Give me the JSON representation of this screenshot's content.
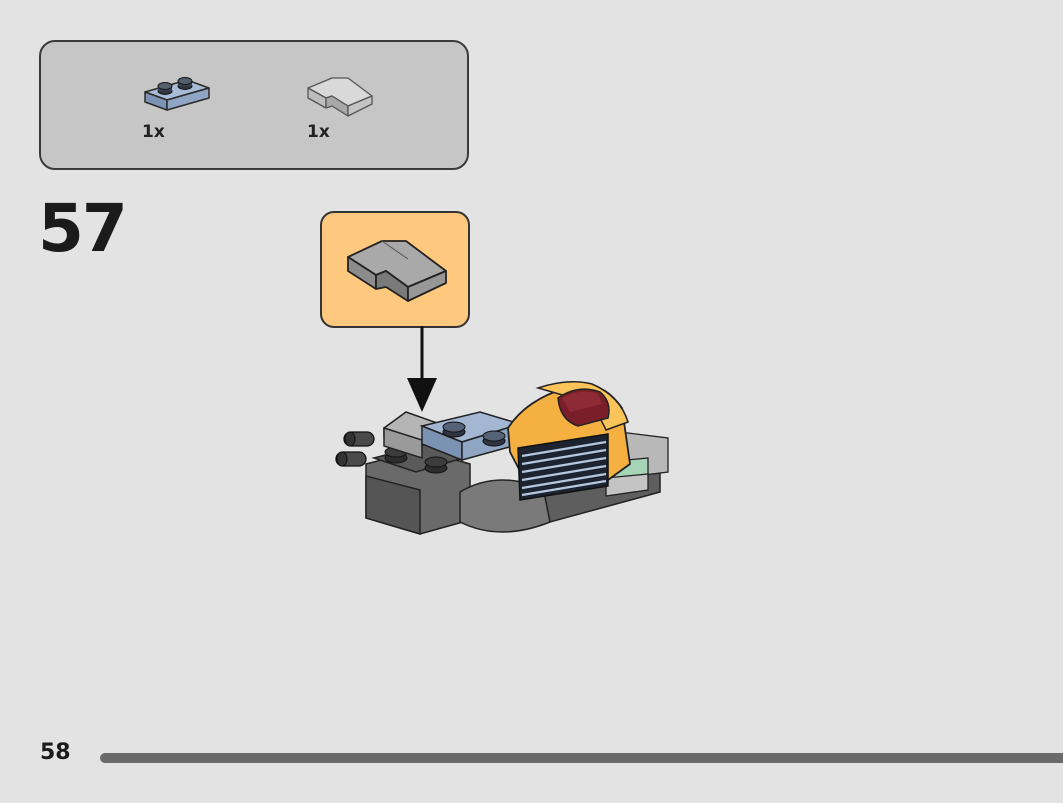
{
  "parts_list": {
    "items": [
      {
        "icon": "blue-plate-1x2-icon",
        "quantity": "1x",
        "color": "#8fa5c4"
      },
      {
        "icon": "gray-slope-icon",
        "quantity": "1x",
        "color": "#c8c8c8"
      }
    ]
  },
  "step": {
    "number": "57"
  },
  "callout": {
    "icon": "gray-slope-icon",
    "color": "#fec97e"
  },
  "model": {
    "icon": "ship-assembly-icon"
  },
  "footer": {
    "page_number": "58",
    "progress": 1.0
  }
}
